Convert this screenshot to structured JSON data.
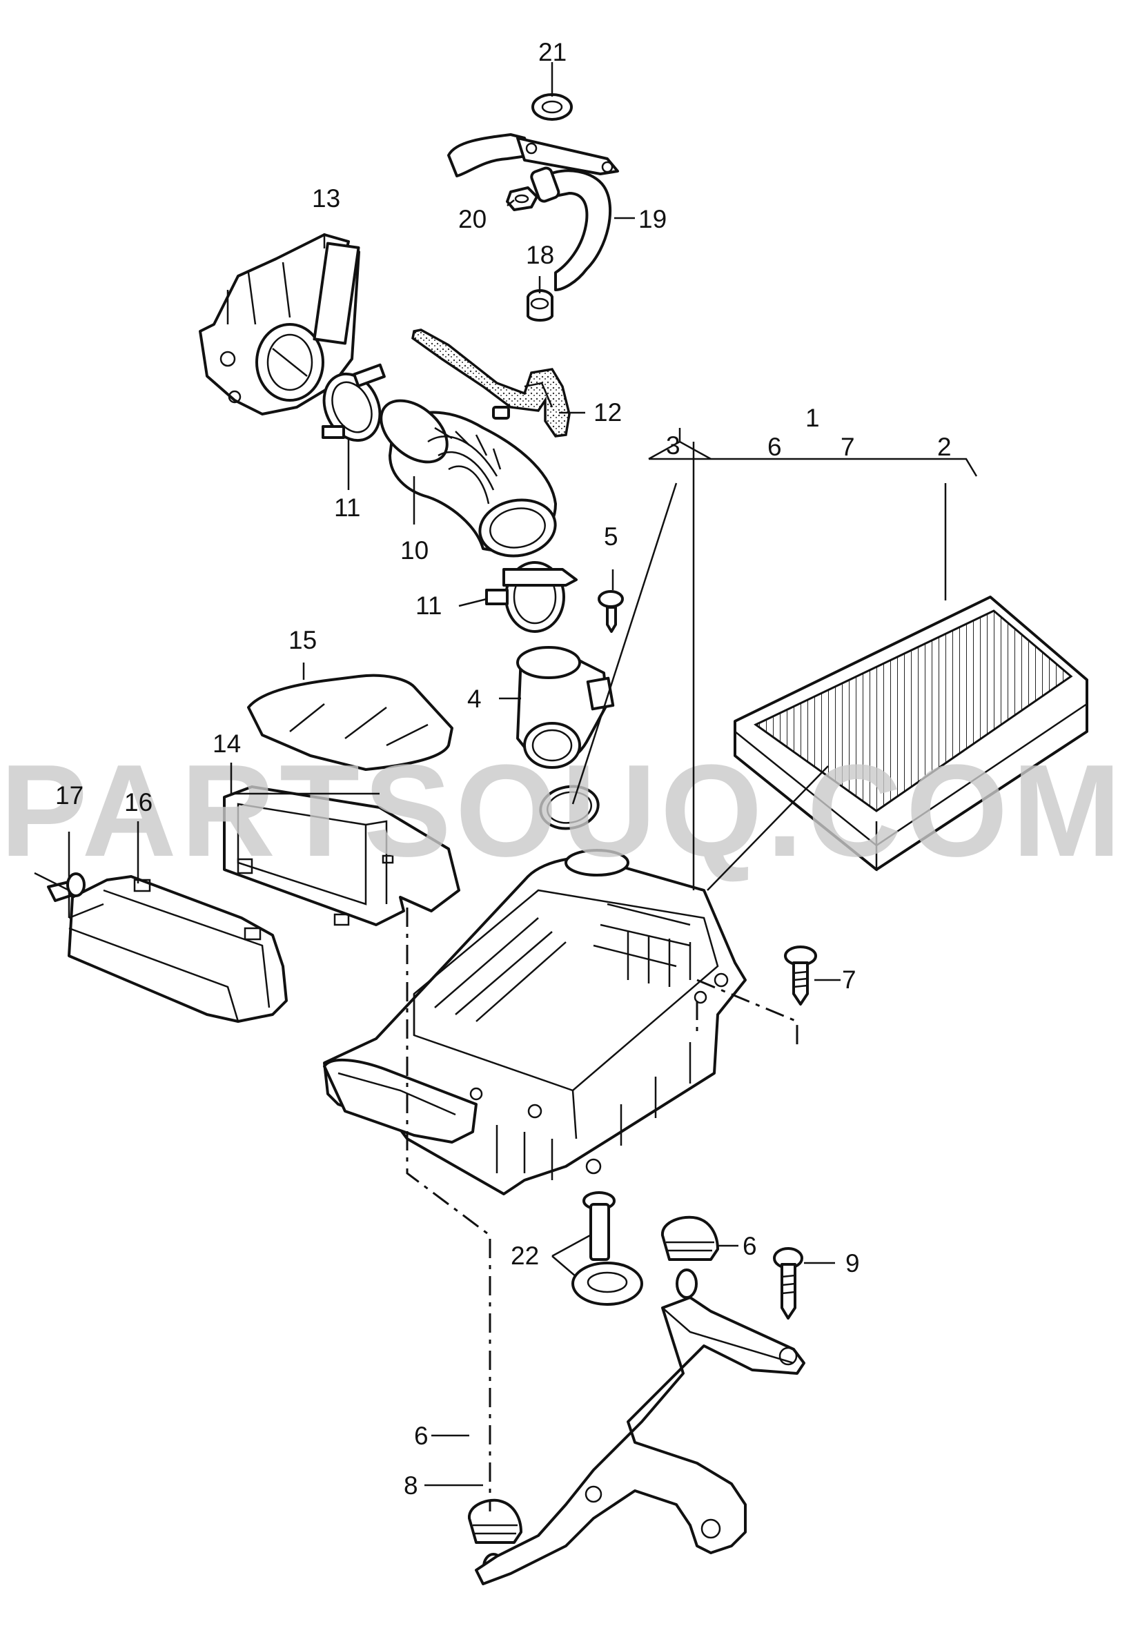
{
  "watermark": "PARTSOUQ.COM",
  "callouts": {
    "c1": "1",
    "c2": "2",
    "c3": "3",
    "c4": "4",
    "c5": "5",
    "c6a": "6",
    "c6b": "6",
    "c6c": "6",
    "c7a": "7",
    "c7b": "7",
    "c8": "8",
    "c9": "9",
    "c10": "10",
    "c11a": "11",
    "c11b": "11",
    "c12": "12",
    "c13": "13",
    "c14": "14",
    "c15": "15",
    "c16": "16",
    "c17": "17",
    "c18": "18",
    "c19": "19",
    "c20": "20",
    "c21": "21",
    "c22": "22"
  }
}
